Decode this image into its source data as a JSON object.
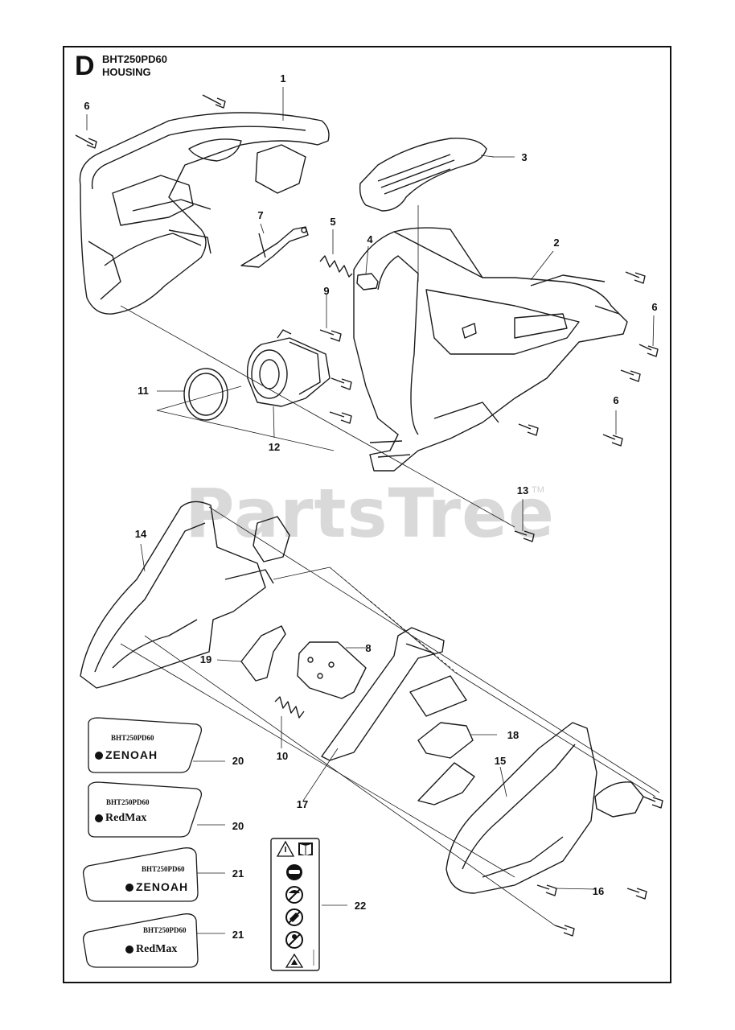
{
  "header": {
    "section_letter": "D",
    "model": "BHT250PD60",
    "section_name": "HOUSING"
  },
  "watermark": {
    "text": "PartsTree",
    "tm": "TM"
  },
  "callouts": [
    {
      "id": "c1",
      "label": "1"
    },
    {
      "id": "c2",
      "label": "2"
    },
    {
      "id": "c3",
      "label": "3"
    },
    {
      "id": "c4",
      "label": "4"
    },
    {
      "id": "c5",
      "label": "5"
    },
    {
      "id": "c6a",
      "label": "6"
    },
    {
      "id": "c6b",
      "label": "6"
    },
    {
      "id": "c6c",
      "label": "6"
    },
    {
      "id": "c7",
      "label": "7"
    },
    {
      "id": "c8",
      "label": "8"
    },
    {
      "id": "c9",
      "label": "9"
    },
    {
      "id": "c10",
      "label": "10"
    },
    {
      "id": "c11",
      "label": "11"
    },
    {
      "id": "c12",
      "label": "12"
    },
    {
      "id": "c13",
      "label": "13"
    },
    {
      "id": "c14",
      "label": "14"
    },
    {
      "id": "c15",
      "label": "15"
    },
    {
      "id": "c16",
      "label": "16"
    },
    {
      "id": "c17",
      "label": "17"
    },
    {
      "id": "c18",
      "label": "18"
    },
    {
      "id": "c19",
      "label": "19"
    },
    {
      "id": "c20a",
      "label": "20"
    },
    {
      "id": "c20b",
      "label": "20"
    },
    {
      "id": "c21a",
      "label": "21"
    },
    {
      "id": "c21b",
      "label": "21"
    },
    {
      "id": "c22",
      "label": "22"
    }
  ],
  "decals": [
    {
      "model": "BHT250PD60",
      "brand": "ZENOAH"
    },
    {
      "model": "BHT250PD60",
      "brand": "RedMax"
    },
    {
      "model": "BHT250PD60",
      "brand": "ZENOAH"
    },
    {
      "model": "BHT250PD60",
      "brand": "RedMax"
    }
  ],
  "colors": {
    "line": "#1a1a1a",
    "watermark": "#d9d9d9"
  }
}
